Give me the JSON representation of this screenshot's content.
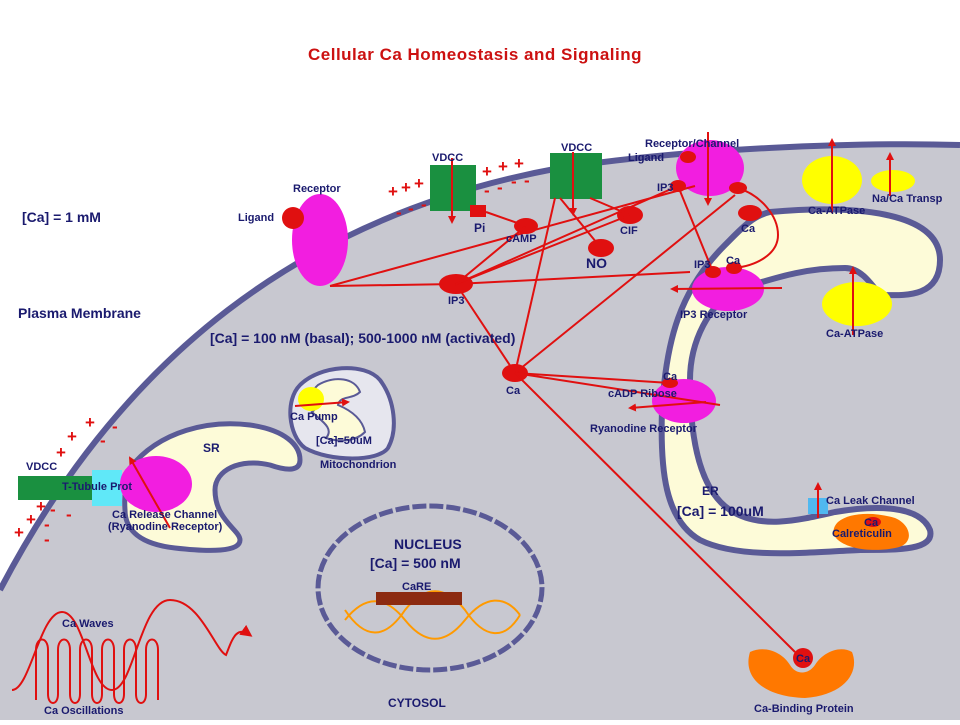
{
  "title": "Cellular Ca Homeostasis and Signaling",
  "labels": {
    "ext_ca": "[Ca]  =  1 mM",
    "plasma_membrane": "Plasma Membrane",
    "cyto_ca": "[Ca]  =  100 nM (basal); 500-1000 nM (activated)",
    "receptor": "Receptor",
    "ligand_left": "Ligand",
    "vdcc_top": "VDCC",
    "vdcc_top2": "VDCC",
    "receptor_channel": "Receptor/Channel",
    "ligand_right": "Ligand",
    "ip3_top": "IP3",
    "pi": "Pi",
    "camp": "cAMP",
    "cif": "CIF",
    "no": "NO",
    "ca_top": "Ca",
    "ip3_mid": "IP3",
    "ip3_receptor_ip3": "IP3",
    "ip3_receptor_ca": "Ca",
    "ip3_receptor": "IP3 Receptor",
    "ca_atpase_top": "Ca-ATPase",
    "na_ca": "Na/Ca Transp",
    "ca_atpase_er": "Ca-ATPase",
    "ca_center": "Ca",
    "cadp_ribose": "cADP Ribose",
    "ryr_ca": "Ca",
    "ryanodine_receptor": "Ryanodine Receptor",
    "er": "ER",
    "er_ca": "[Ca]  =  100uM",
    "ca_leak": "Ca Leak Channel",
    "calreticulin_ca": "Ca",
    "calreticulin": "Calreticulin",
    "ca_pump": "Ca Pump",
    "mito_ca": "[Ca]=50uM",
    "mitochondrion": "Mitochondrion",
    "sr": "SR",
    "vdcc_left": "VDCC",
    "ttubule": "T-Tubule Prot",
    "release_channel_1": "Ca Release Channel",
    "release_channel_2": "(Ryanodine Receptor)",
    "nucleus": "NUCLEUS",
    "nucleus_ca": "[Ca]  =  500 nM",
    "care": "CaRE",
    "ca_waves": "Ca Waves",
    "ca_oscillations": "Ca Oscillations",
    "cytosol": "CYTOSOL",
    "binding_ca": "Ca",
    "binding_protein": "Ca-Binding Protein"
  },
  "colors": {
    "cytoplasm": "#c8c8d0",
    "membrane": "#5a5a96",
    "organelle": "#fdfbd8",
    "arrow": "#e01010",
    "magenta": "#f21ee0",
    "channel_green": "#1a9040",
    "yellow": "#ffff00",
    "orange": "#ff7800",
    "cyan": "#60e8f8",
    "brown": "#8c2a10"
  }
}
